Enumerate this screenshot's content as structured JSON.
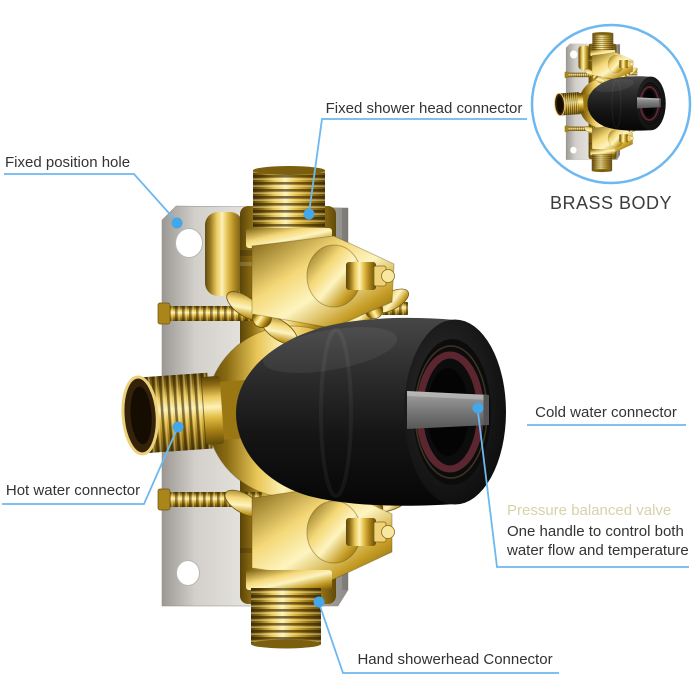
{
  "product_diagram": {
    "callouts": {
      "fixed_shower_head": "Fixed shower head connector",
      "fixed_position_hole": "Fixed position hole",
      "cold_water": "Cold water connector",
      "hot_water": "Hot water connector",
      "hand_shower": "Hand showerhead Connector",
      "pressure_valve_title": "Pressure balanced valve",
      "pressure_valve_desc": "One handle to control both water flow and temperature"
    },
    "inset": {
      "caption": "BRASS BODY"
    },
    "colors": {
      "callout_line": "#6cb8f1",
      "callout_dot": "#45a6ea",
      "label_text": "#333333",
      "pressure_title": "#d8d2a8",
      "caption_text": "#3c3c3c",
      "brass_highlight": "#fdf2b6",
      "brass_mid": "#c9a22b",
      "brass_shadow": "#5a450a",
      "steel_plate": "#cfccc7",
      "cap_black": "#111111",
      "seal_ring": "#5c2630"
    }
  }
}
